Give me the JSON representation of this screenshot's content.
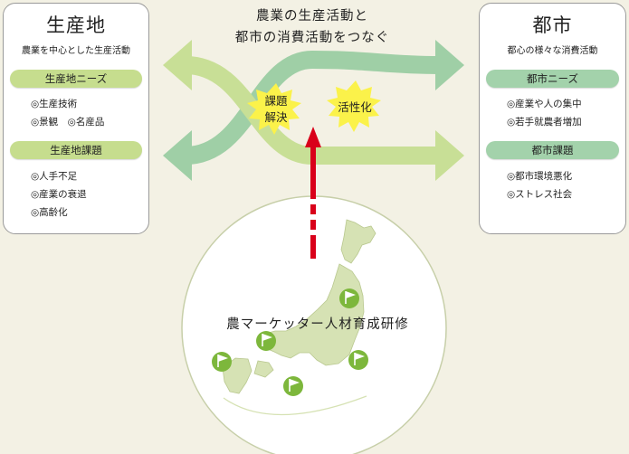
{
  "headline": {
    "line1": "農業の生産活動と",
    "line2": "都市の消費活動をつなぐ"
  },
  "left_panel": {
    "title": "生産地",
    "subtitle": "農業を中心とした生産活動",
    "needs_label": "生産地ニーズ",
    "needs_items": [
      "◎生産技術",
      "◎景観　◎名産品"
    ],
    "issues_label": "生産地課題",
    "issues_items": [
      "◎人手不足",
      "◎産業の衰退",
      "◎高齢化"
    ]
  },
  "right_panel": {
    "title": "都市",
    "subtitle": "都心の様々な消費活動",
    "needs_label": "都市ニーズ",
    "needs_items": [
      "◎産業や人の集中",
      "◎若手就農者増加"
    ],
    "issues_label": "都市課題",
    "issues_items": [
      "◎都市環境悪化",
      "◎ストレス社会"
    ]
  },
  "bursts": {
    "left_line1": "課題",
    "left_line2": "解決",
    "right": "活性化"
  },
  "training": "農マーケッター人材育成研修",
  "colors": {
    "green_arrow": "#c8df96",
    "teal_arrow": "#9fcfa6",
    "red_arrow": "#d9001a",
    "burst": "#fbf24a",
    "flag": "#7db73c",
    "map": "#d6e2b4",
    "needs_pill_left": "#c6dd8e",
    "needs_pill_right": "#a3d2ab"
  }
}
